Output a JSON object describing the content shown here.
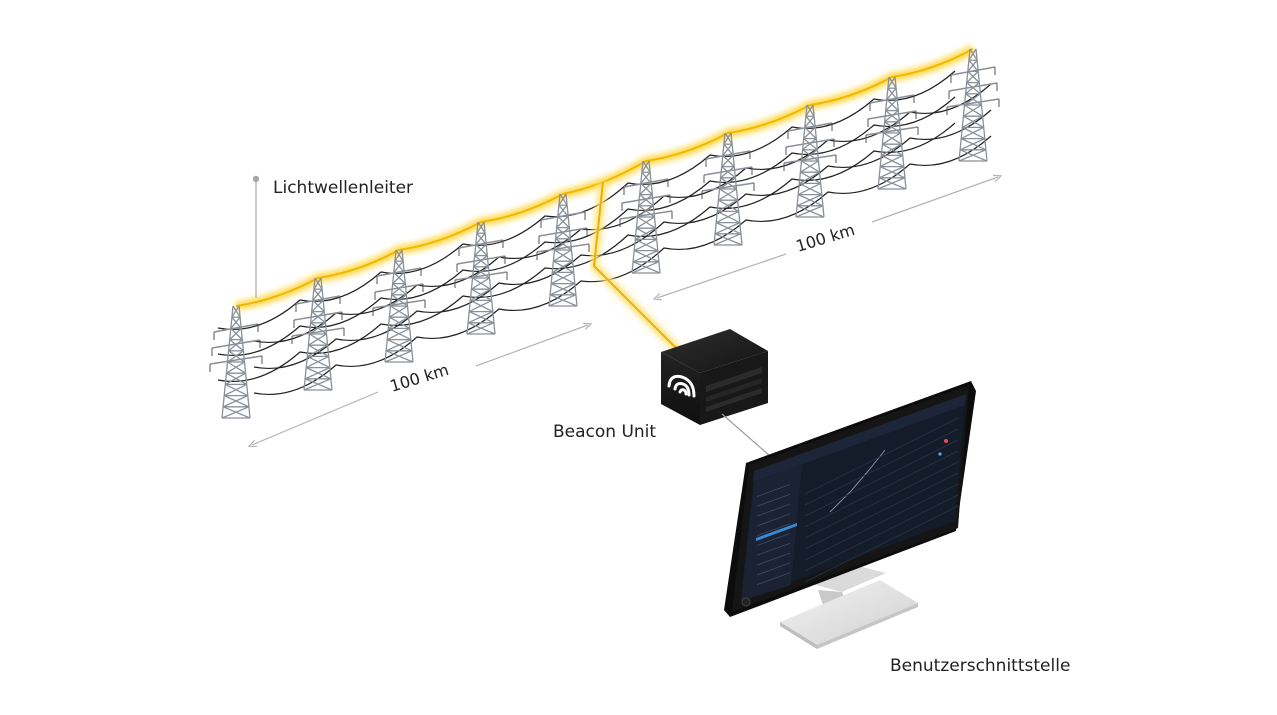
{
  "labels": {
    "fiber": "Lichtwellenleiter",
    "beacon": "Beacon Unit",
    "ui": "Benutzerschnittstelle",
    "distance_left": "100 km",
    "distance_right": "100 km"
  },
  "colors": {
    "fiber_glow": "#ffd84a",
    "fiber_core": "#f2b800",
    "tower": "#8a9099",
    "wire": "#222222",
    "dimension": "#b4b4b4",
    "box": "#1c1c1c",
    "screen": "#161d2c",
    "stand": "#e3e3e3"
  }
}
